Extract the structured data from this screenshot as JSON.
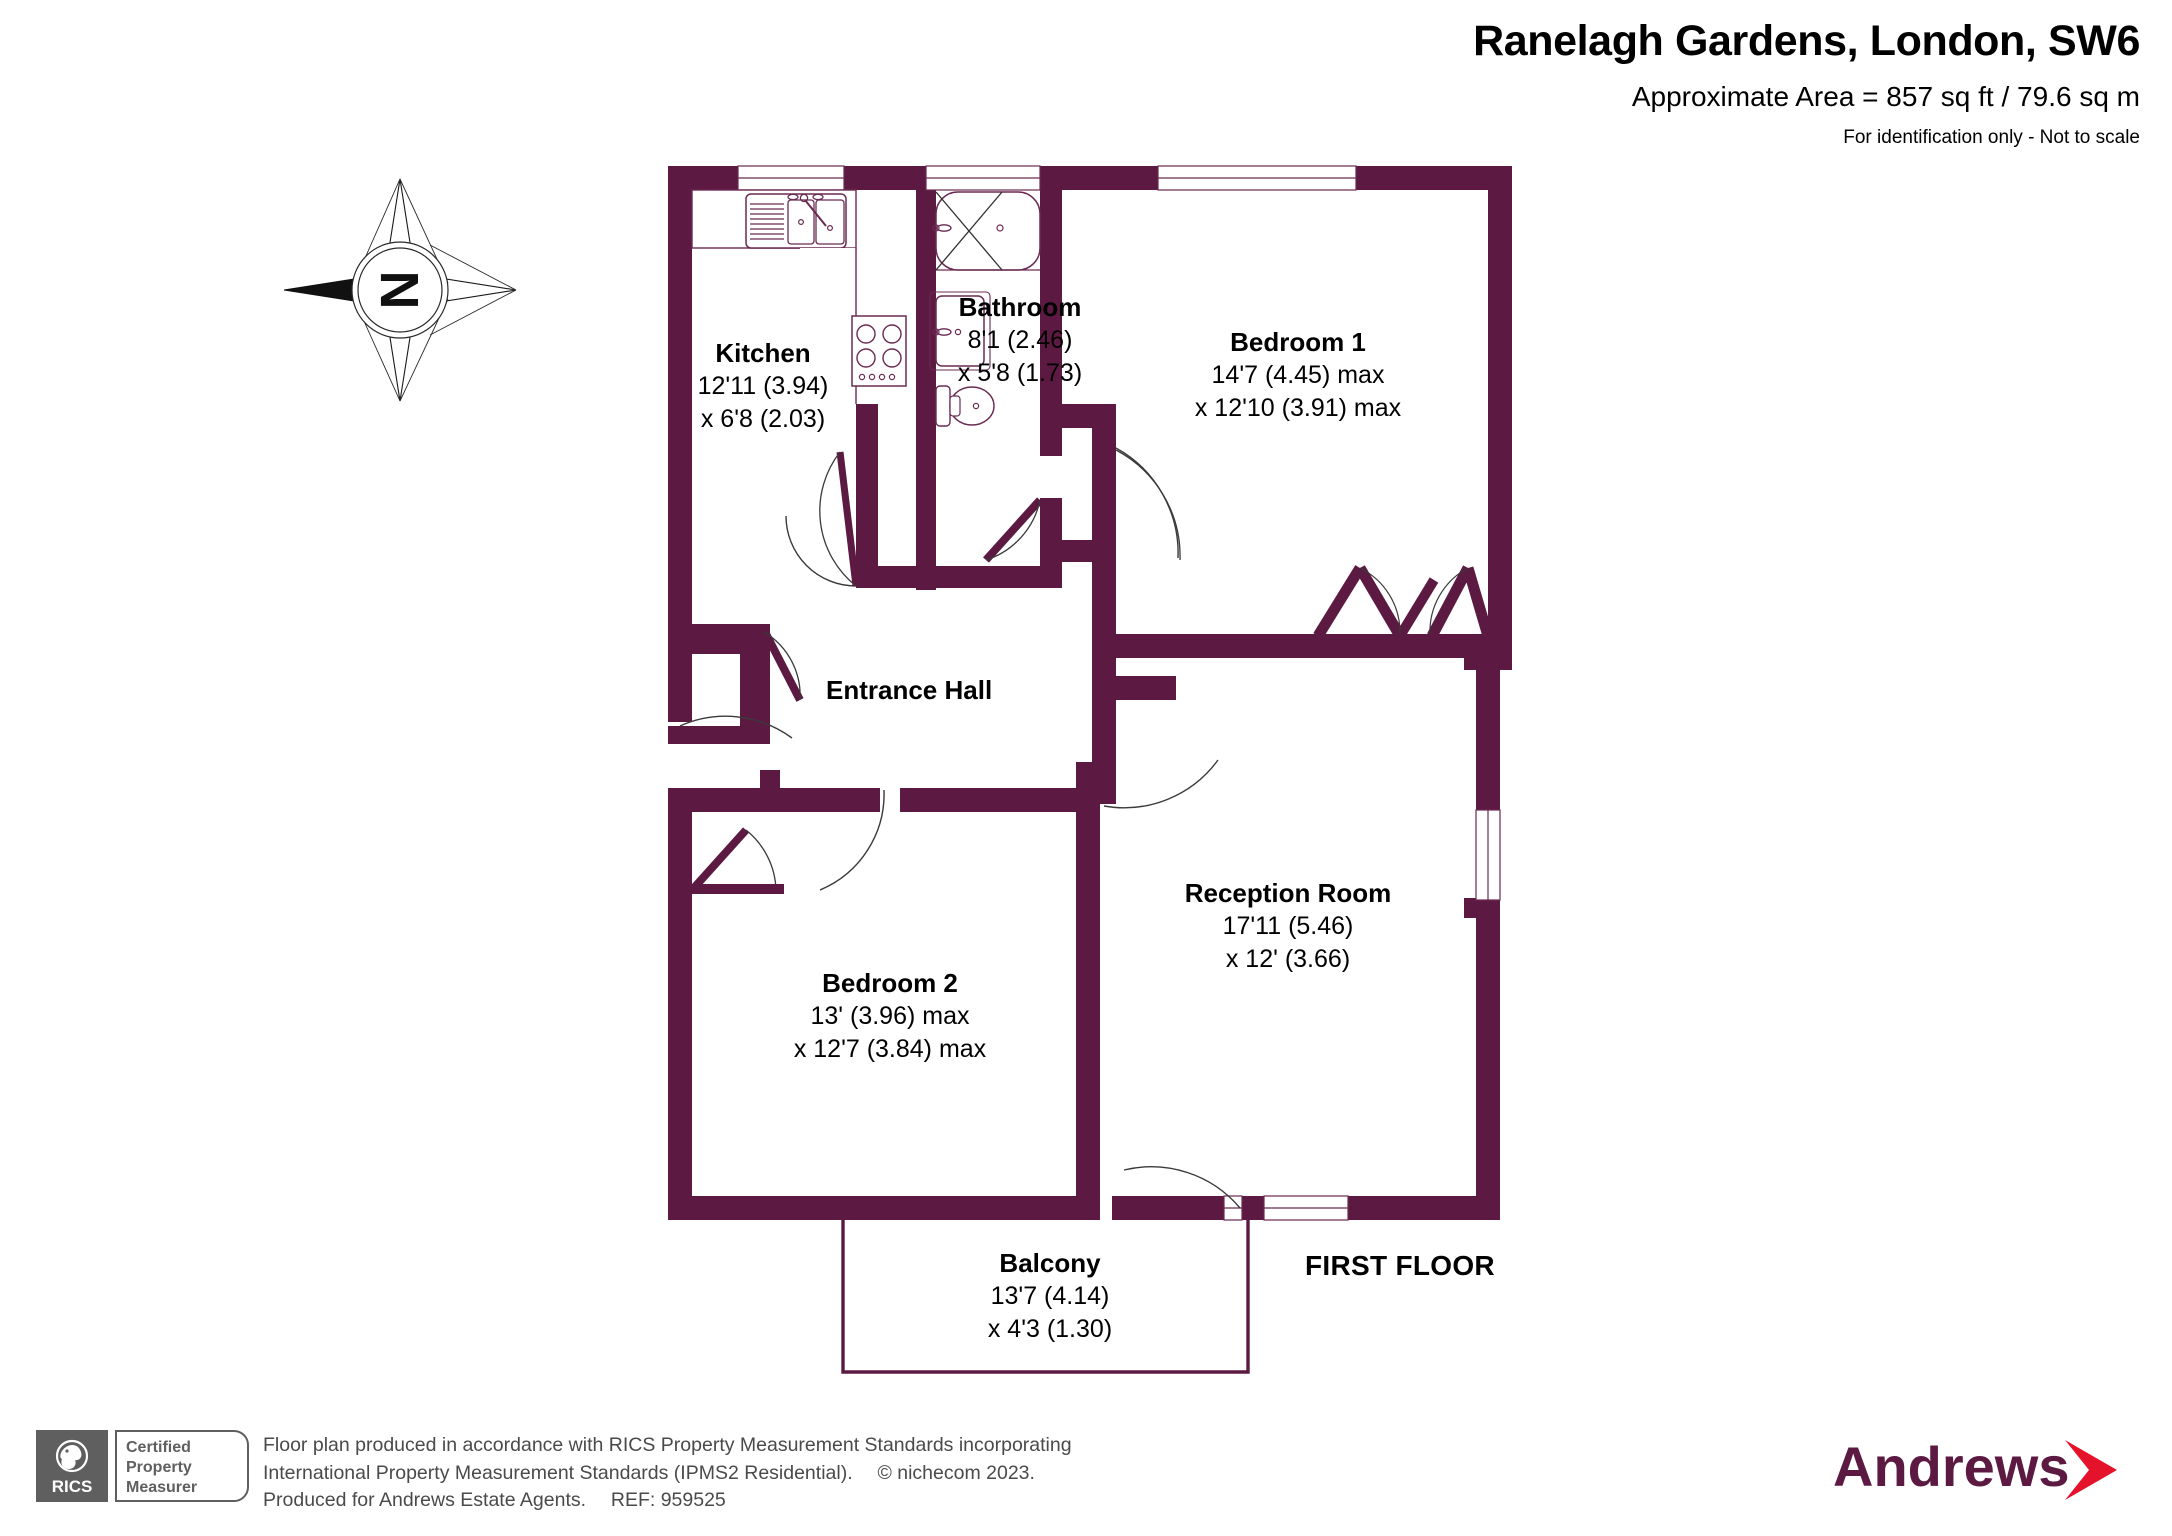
{
  "header": {
    "title": "Ranelagh Gardens, London, SW6",
    "area": "Approximate Area = 857 sq ft / 79.6 sq m",
    "disclaimer": "For identification only - Not to scale"
  },
  "compass": {
    "icon": "compass-rose-icon",
    "north_letter": "N"
  },
  "rooms": [
    {
      "id": "kitchen",
      "name": "Kitchen",
      "dim_line_1": "12'11 (3.94)",
      "dim_line_2": "x 6'8 (2.03)",
      "fixtures": [
        "double-sink-icon",
        "hob-icon"
      ]
    },
    {
      "id": "bathroom",
      "name": "Bathroom",
      "dim_line_1": "8'1 (2.46)",
      "dim_line_2": "x 5'8 (1.73)",
      "fixtures": [
        "bath-icon",
        "basin-icon",
        "wc-icon"
      ]
    },
    {
      "id": "bedroom-1",
      "name": "Bedroom 1",
      "dim_line_1": "14'7 (4.45) max",
      "dim_line_2": "x 12'10 (3.91) max",
      "fixtures": [
        "wardrobe-doors-icon"
      ]
    },
    {
      "id": "bedroom-2",
      "name": "Bedroom 2",
      "dim_line_1": "13' (3.96) max",
      "dim_line_2": "x 12'7 (3.84) max",
      "fixtures": []
    },
    {
      "id": "reception-room",
      "name": "Reception Room",
      "dim_line_1": "17'11 (5.46)",
      "dim_line_2": "x 12' (3.66)",
      "fixtures": []
    },
    {
      "id": "balcony",
      "name": "Balcony",
      "dim_line_1": "13'7 (4.14)",
      "dim_line_2": "x 4'3 (1.30)",
      "fixtures": []
    }
  ],
  "plain_labels": {
    "entrance_hall": "Entrance Hall",
    "floor_level": "FIRST FLOOR"
  },
  "footer": {
    "line_1": "Floor plan produced in accordance with RICS Property Measurement Standards incorporating",
    "line_2a": "International Property Measurement Standards (IPMS2 Residential).",
    "line_2b": "© nichecom 2023.",
    "line_3a": "Produced for Andrews Estate Agents.",
    "line_3b": "REF:  959525",
    "rics_badge": {
      "mark": "RICS",
      "line_1": "Certified",
      "line_2": "Property",
      "line_3": "Measurer"
    },
    "brand": {
      "name": "Andrews",
      "chevron_icon": "chevron-right-icon"
    }
  },
  "colors": {
    "wall": "#5c1a42",
    "wall_dark": "#54163c",
    "fixture_line": "#6b2a52",
    "brand_purple": "#5c1a42",
    "brand_red": "#e4132b",
    "badge_grey": "#5f5f5f",
    "footer_grey": "#4a4a4a",
    "background": "#ffffff"
  }
}
